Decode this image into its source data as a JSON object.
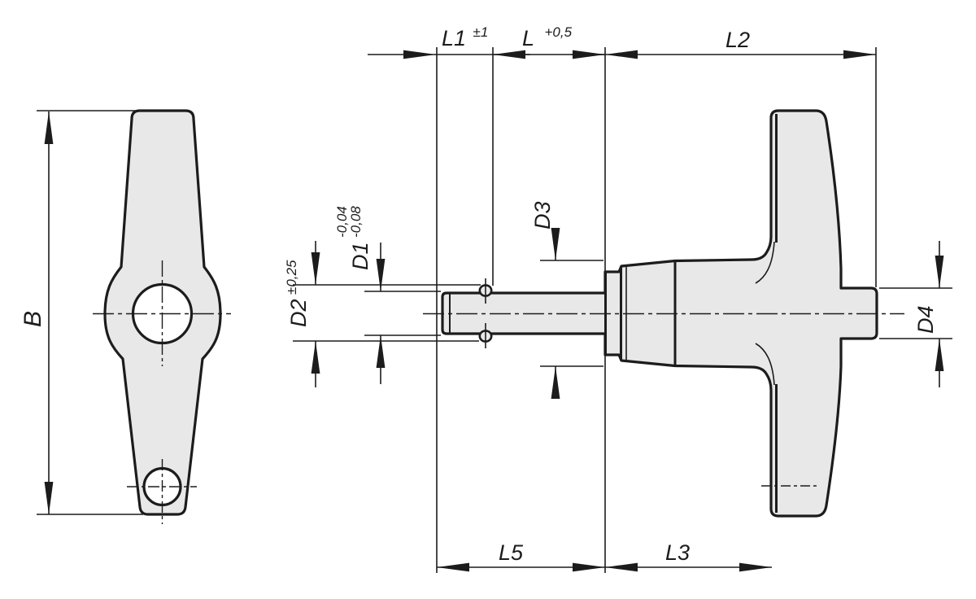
{
  "colors": {
    "background": "#ffffff",
    "line": "#1c1c1c",
    "part_fill": "#e8e8e8",
    "hole_fill": "#ffffff"
  },
  "front_view": {
    "dim_b": {
      "label": "B"
    }
  },
  "side_view": {
    "dim_l1": {
      "label": "L1",
      "tol": "±1"
    },
    "dim_l": {
      "label": "L",
      "tol": "+0,5"
    },
    "dim_l2": {
      "label": "L2"
    },
    "dim_d1": {
      "label": "D1",
      "tol_upper": "-0,04",
      "tol_lower": "-0,08"
    },
    "dim_d2": {
      "label": "D2",
      "tol": "±0,25"
    },
    "dim_d3": {
      "label": "D3"
    },
    "dim_d4": {
      "label": "D4"
    },
    "dim_l5": {
      "label": "L5"
    },
    "dim_l3": {
      "label": "L3"
    }
  }
}
